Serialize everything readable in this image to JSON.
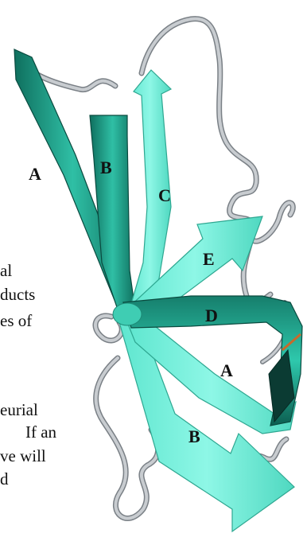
{
  "colors": {
    "strand_light": "#7ff3df",
    "strand_mid": "#33d6bb",
    "strand_dark": "#0f6f5e",
    "loop": "#bfc3c6",
    "loop_edge": "#7a8086",
    "label": "#111111"
  },
  "strand_labels": [
    "A",
    "B",
    "C",
    "D",
    "E",
    "A",
    "B"
  ],
  "text_fragments": [
    "al",
    "ducts",
    "es of",
    "eurial",
    "If an",
    "ve will",
    "d"
  ]
}
